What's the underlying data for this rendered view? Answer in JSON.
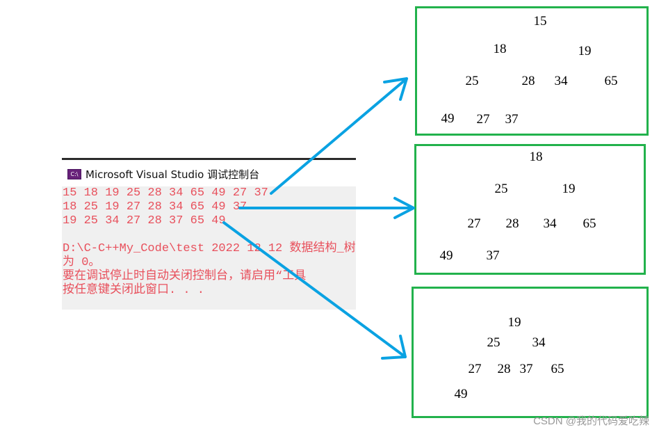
{
  "window": {
    "title": "Microsoft Visual Studio 调试控制台",
    "icon": "vs-console-icon",
    "icon_text": "C:\\"
  },
  "console": {
    "lines": [
      "15 18 19 25 28 34 65 49 27 37",
      "18 25 19 27 28 34 65 49 37",
      "19 25 34 27 28 37 65 49",
      "",
      "D:\\C-C++My_Code\\test 2022 12 12 数据结构_树",
      "为 0。",
      "要在调试停止时自动关闭控制台，请启用“工具",
      "按任意键关闭此窗口. . ."
    ]
  },
  "trees": [
    {
      "nodes": [
        "15",
        "18",
        "19",
        "25",
        "28",
        "34",
        "65",
        "49",
        "27",
        "37"
      ]
    },
    {
      "nodes": [
        "18",
        "25",
        "19",
        "27",
        "28",
        "34",
        "65",
        "49",
        "37"
      ]
    },
    {
      "nodes": [
        "19",
        "25",
        "34",
        "27",
        "28",
        "37",
        "65",
        "49"
      ]
    }
  ],
  "colors": {
    "arrow": "#0aa2e2",
    "box": "#22b24c",
    "console_text": "#e8505c"
  },
  "watermark": "CSDN @我的代码爱吃辣"
}
